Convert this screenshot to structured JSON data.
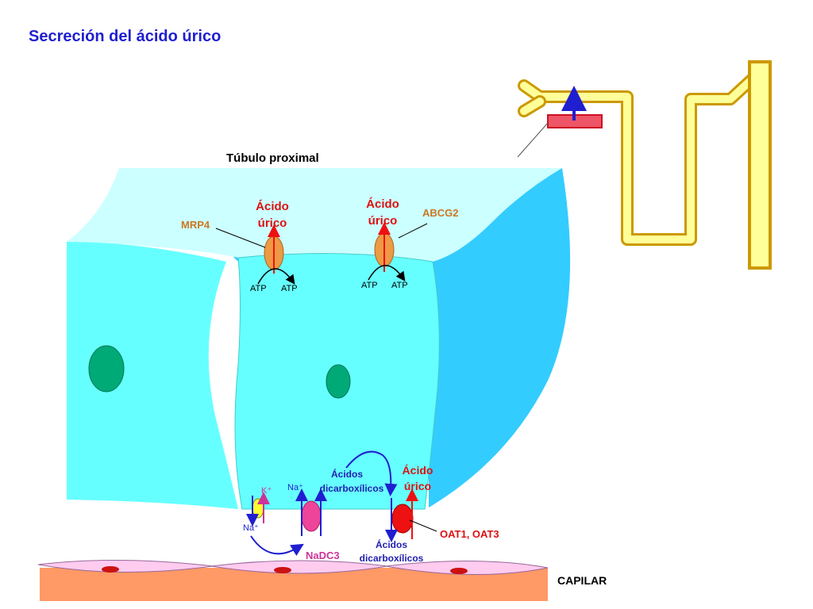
{
  "title": "Secreción del ácido úrico",
  "tubule_label": "Túbulo proximal",
  "apical": {
    "left_transporter": {
      "name": "MRP4",
      "substrate_line1": "Ácido",
      "substrate_line2": "úrico",
      "atp_in": "ATP",
      "atp_out": "ATP"
    },
    "right_transporter": {
      "name": "ABCG2",
      "substrate_line1": "Ácido",
      "substrate_line2": "úrico",
      "atp_in": "ATP",
      "atp_out": "ATP"
    }
  },
  "basolateral": {
    "na_k": {
      "k": "K⁺",
      "na": "Na⁺"
    },
    "nadc3": {
      "name": "NaDC3",
      "na": "Na⁺"
    },
    "oat": {
      "name": "OAT1, OAT3",
      "dicarb_top_line1": "Ácidos",
      "dicarb_top_line2": "dicarboxílicos",
      "dicarb_bottom_line1": "Ácidos",
      "dicarb_bottom_line2": "dicarboxílicos",
      "substrate_line1": "Ácido",
      "substrate_line2": "úrico"
    }
  },
  "capillary_label": "CAPILAR",
  "colors": {
    "title": "#1f1fd0",
    "lumen": "#ccffff",
    "cell": "#66ffff",
    "interstitium": "#33ccff",
    "nucleus": "#00aa77",
    "transporter_orange": "#ee9944",
    "transporter_red": "#ee1111",
    "transporter_pink": "#ee4499",
    "transporter_yellow": "#ffff33",
    "label_orange": "#cc7722",
    "label_red": "#dd1111",
    "label_blue": "#1f1fb0",
    "label_pink": "#cc3399",
    "capillary": "#ff9966",
    "endothelium": "#ffccf0",
    "nephron_fill": "#ffff99",
    "nephron_stroke": "#cc9900"
  }
}
